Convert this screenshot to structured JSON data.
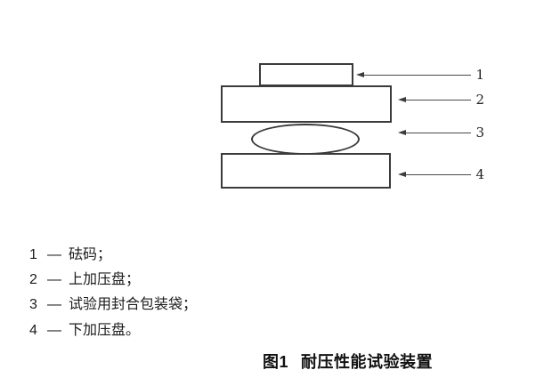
{
  "page": {
    "background": "#ffffff",
    "line_color": "#3b3b3b",
    "text_color": "#1c1c1c"
  },
  "diagram": {
    "shapes": [
      {
        "id": "weight",
        "type": "rect"
      },
      {
        "id": "upper-plate",
        "type": "rect"
      },
      {
        "id": "sealed-bag",
        "type": "ellipse"
      },
      {
        "id": "lower-plate",
        "type": "rect"
      }
    ],
    "callouts": [
      {
        "number": "1"
      },
      {
        "number": "2"
      },
      {
        "number": "3"
      },
      {
        "number": "4"
      }
    ]
  },
  "legend": {
    "items": [
      {
        "number": "1",
        "separator": "—",
        "label": "砝码；"
      },
      {
        "number": "2",
        "separator": "—",
        "label": "上加压盘；"
      },
      {
        "number": "3",
        "separator": "—",
        "label": "试验用封合包装袋；"
      },
      {
        "number": "4",
        "separator": "—",
        "label": "下加压盘。"
      }
    ]
  },
  "caption": {
    "figure_label": "图1",
    "title": "耐压性能试验装置"
  }
}
